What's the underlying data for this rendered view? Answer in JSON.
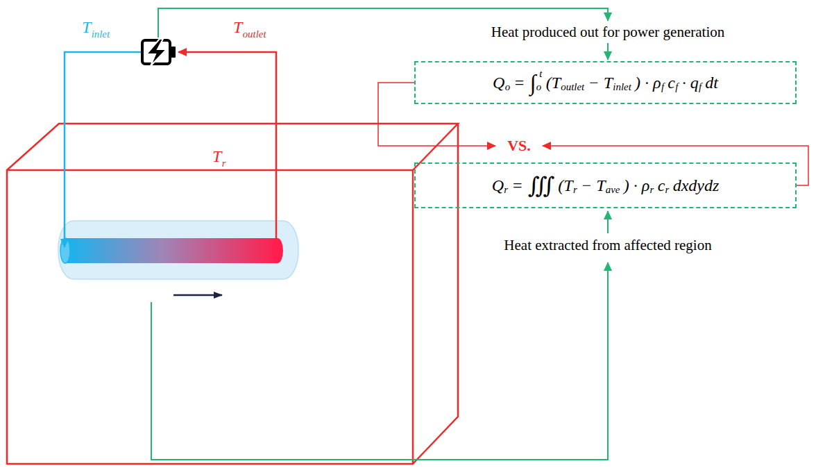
{
  "diagram": {
    "nodes": [
      {
        "text": [
          "T",
          "r"
        ]
      },
      {
        "text": [
          "Q",
          "o",
          "=",
          "∫",
          "o",
          "t",
          "(T",
          "outlet",
          "− T",
          "inlet",
          ") · ρ",
          "f",
          "c",
          "f",
          "· q",
          "f",
          "dt"
        ]
      },
      {
        "text": [
          "Q",
          "r",
          "=",
          "∭",
          "(T",
          "r",
          "− T",
          "ave",
          ") · ρ",
          "r",
          "c",
          "r",
          "dxdydz"
        ]
      }
    ],
    "labels": [
      "T",
      "inlet",
      "T",
      "outlet",
      "Heat produced out for power generation",
      "VS.",
      "Heat extracted from affected region"
    ]
  }
}
